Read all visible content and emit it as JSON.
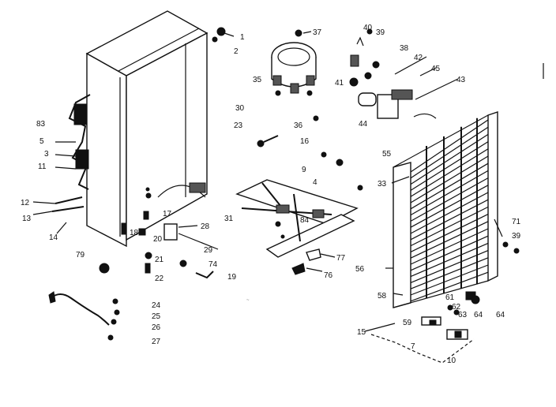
{
  "diagram": {
    "callouts": {
      "c40": "40",
      "c1": "1",
      "c2": "2",
      "c37": "37",
      "c35": "35",
      "c39a": "39",
      "c38": "38",
      "c42": "42",
      "c45": "45",
      "c43": "43",
      "c41": "41",
      "c44": "44",
      "c30": "30",
      "c23": "23",
      "c36": "36",
      "c16": "16",
      "c83": "83",
      "c5": "5",
      "c3": "3",
      "c11": "11",
      "c12": "12",
      "c13": "13",
      "c14": "14",
      "c9": "9",
      "c4": "4",
      "c55": "55",
      "c33": "33",
      "c31": "31",
      "c84": "84",
      "c17": "17",
      "c18": "18",
      "c20": "20",
      "c28": "28",
      "c29": "29",
      "c74": "74",
      "c21": "21",
      "c22": "22",
      "c19": "19",
      "c79": "79",
      "c77": "77",
      "c76": "76",
      "c56": "56",
      "c71": "71",
      "c39b": "39",
      "c58": "58",
      "c61": "61",
      "c62": "62",
      "c63": "63",
      "c64a": "64",
      "c64b": "64",
      "c59": "59",
      "c15": "15",
      "c7": "7",
      "c10": "10",
      "c24": "24",
      "c25": "25",
      "c26": "26",
      "c27": "27"
    }
  }
}
